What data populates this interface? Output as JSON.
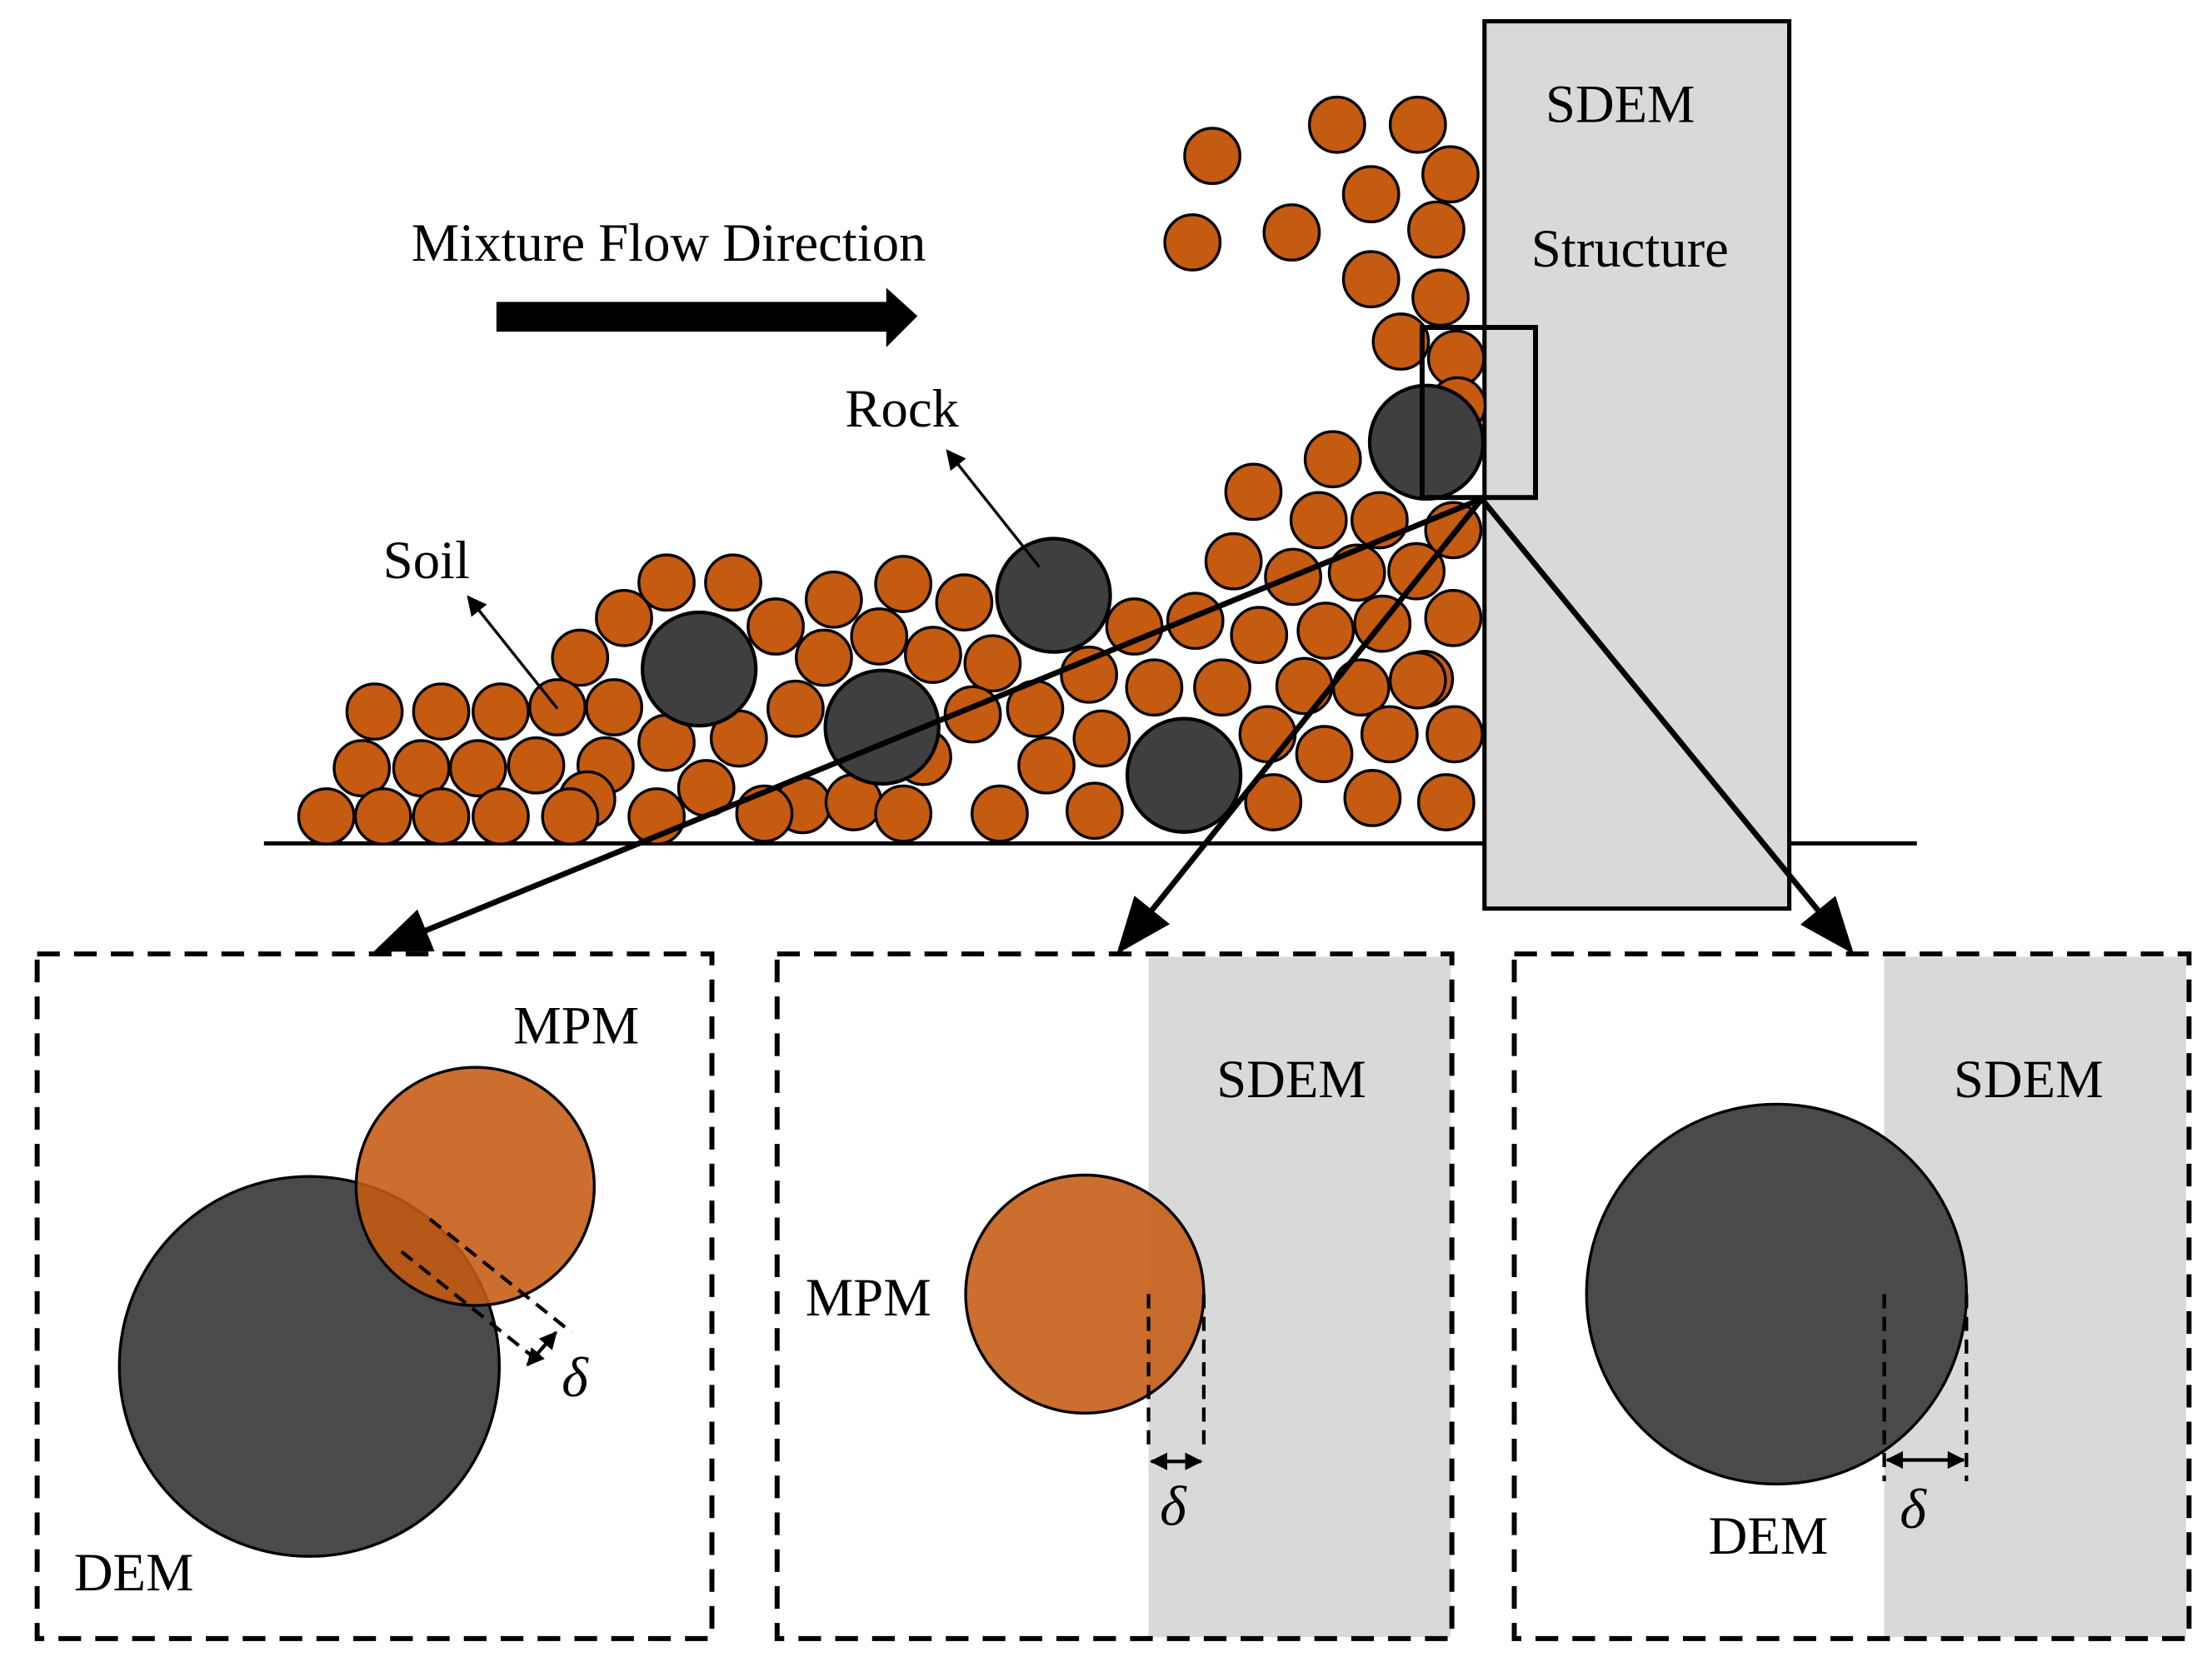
{
  "labels": {
    "flow_direction": "Mixture Flow Direction",
    "rock": "Rock",
    "soil": "Soil",
    "structure_title": "SDEM",
    "structure_subtitle": "Structure"
  },
  "panels": [
    {
      "top_label": "MPM",
      "bottom_label": "DEM",
      "gap_symbol": "δ"
    },
    {
      "side_label": "MPM",
      "region_label": "SDEM",
      "gap_symbol": "δ"
    },
    {
      "region_label": "SDEM",
      "bottom_label": "DEM",
      "gap_symbol": "δ"
    }
  ],
  "colors": {
    "soil": "#c55a11",
    "rock": "#3f3f3f",
    "structure": "#d9d9d9",
    "panel_soil": "#c9651c",
    "panel_rock": "#4a4a4a"
  }
}
